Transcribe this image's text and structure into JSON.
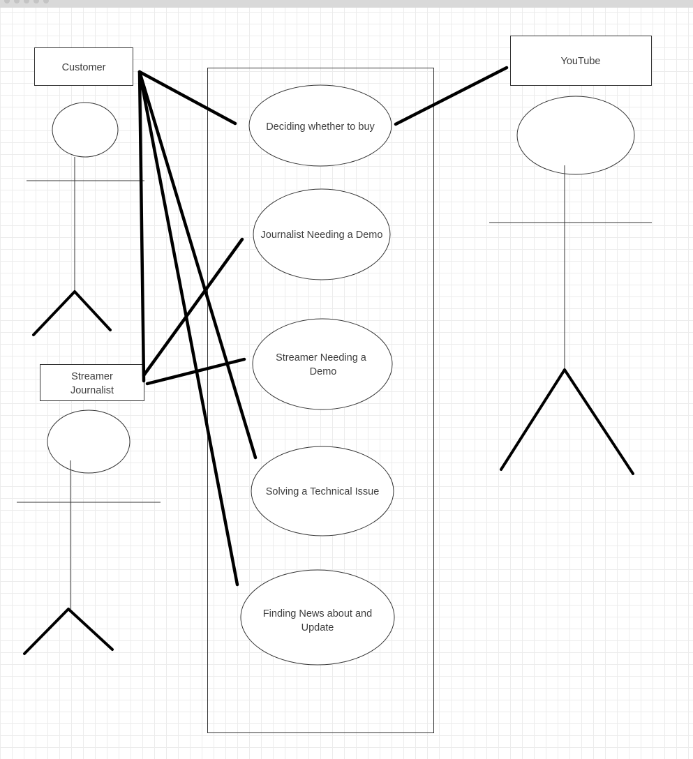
{
  "actors": {
    "customer": "Customer",
    "streamer_journalist": [
      "Streamer",
      "Journalist"
    ],
    "youtube": "YouTube"
  },
  "use_cases": {
    "deciding": [
      "Deciding whether to buy"
    ],
    "journalist_demo": [
      "Journalist Needing a Demo"
    ],
    "streamer_demo": [
      "Streamer Needing a",
      "Demo"
    ],
    "technical_issue": [
      "Solving a Technical Issue"
    ],
    "finding_news": [
      "Finding News about and",
      "Update"
    ]
  },
  "colors": {
    "background": "#ffffff",
    "grid": "#ececec",
    "outline": "#333333",
    "connector": "#000000",
    "text": "#3d3d3d"
  }
}
